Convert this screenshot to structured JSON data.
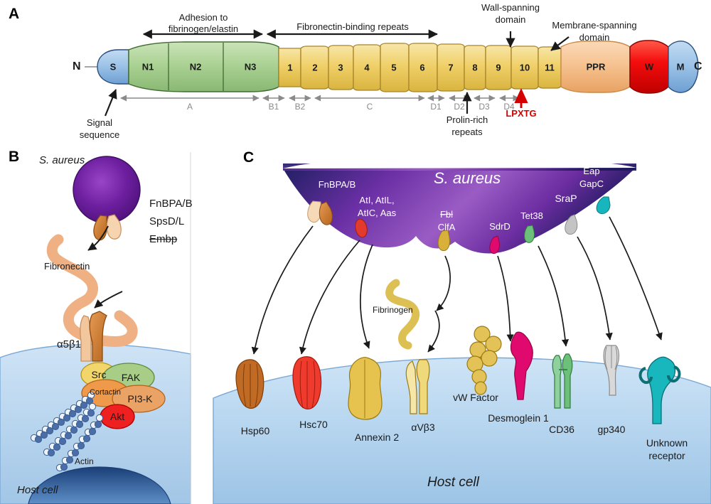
{
  "figure": {
    "panels": [
      "A",
      "B",
      "C"
    ]
  },
  "panel_a": {
    "letter": "A",
    "terminus_n": "N",
    "terminus_c": "C",
    "top_brackets": [
      {
        "label_line1": "Adhesion to",
        "label_line2": "fibrinogen/elastin"
      },
      {
        "label_line1": "Fibronectin-binding repeats",
        "label_line2": ""
      }
    ],
    "callouts": {
      "signal_sequence_line1": "Signal",
      "signal_sequence_line2": "sequence",
      "wall_spanning_line1": "Wall-spanning",
      "wall_spanning_line2": "domain",
      "membrane_spanning_line1": "Membrane-spanning",
      "membrane_spanning_line2": "domain",
      "proline_rich_line1": "Prolin-rich",
      "proline_rich_line2": "repeats",
      "lpxtg": "LPXTG"
    },
    "domains": [
      {
        "name": "S",
        "color": "#8cb4de"
      },
      {
        "name": "N1",
        "color": "#a9cf95"
      },
      {
        "name": "N2",
        "color": "#a9cf95"
      },
      {
        "name": "N3",
        "color": "#a9cf95"
      },
      {
        "name": "1",
        "color": "#f2d16b"
      },
      {
        "name": "2",
        "color": "#f2d16b"
      },
      {
        "name": "3",
        "color": "#f2d16b"
      },
      {
        "name": "4",
        "color": "#f2d16b"
      },
      {
        "name": "5",
        "color": "#f2d16b"
      },
      {
        "name": "6",
        "color": "#f2d16b"
      },
      {
        "name": "7",
        "color": "#f2d16b"
      },
      {
        "name": "8",
        "color": "#f2d16b"
      },
      {
        "name": "9",
        "color": "#f2d16b"
      },
      {
        "name": "10",
        "color": "#f2d16b"
      },
      {
        "name": "11",
        "color": "#f2d16b"
      },
      {
        "name": "PPR",
        "color": "#f5c08a"
      },
      {
        "name": "W",
        "color": "#ee1111"
      },
      {
        "name": "M",
        "color": "#8cb4de"
      }
    ],
    "bottom_brackets": [
      {
        "label": "A"
      },
      {
        "label": "B1"
      },
      {
        "label": "B2"
      },
      {
        "label": "C"
      },
      {
        "label": "D1"
      },
      {
        "label": "D2"
      },
      {
        "label": "D3"
      },
      {
        "label": "D4"
      }
    ]
  },
  "panel_b": {
    "letter": "B",
    "organism": "S. aureus",
    "adhesins": [
      "FnBPA/B",
      "SpsD/L",
      "Embp"
    ],
    "adhesin_strikethrough": "Embp",
    "fibronectin_label": "Fibronectin",
    "integrin_label": "α5β1",
    "signaling": [
      {
        "name": "Src",
        "color": "#f2d56b"
      },
      {
        "name": "FAK",
        "color": "#a8cd86"
      },
      {
        "name": "Cortactin",
        "color": "#ef9a4a"
      },
      {
        "name": "PI3-K",
        "color": "#eba265"
      },
      {
        "name": "Akt",
        "color": "#ef2020"
      }
    ],
    "actin_label": "Actin",
    "host_cell_label": "Host cell"
  },
  "panel_c": {
    "letter": "C",
    "organism": "S. aureus",
    "host_cell_label": "Host cell",
    "fibrinogen_label": "Fibrinogen",
    "bacterial_adhesins": [
      {
        "label": "FnBPA/B",
        "color": "#f0c49a",
        "second_color": "#cc7b33"
      },
      {
        "label": "AtI, AtIL,\nAtIC, Aas",
        "line1": "AtI, AtIL,",
        "line2": "AtIC, Aas",
        "color": "#e23b2e"
      },
      {
        "label": "Fbl\nClfA",
        "line1": "Fbl",
        "line1_strike": true,
        "line2": "ClfA",
        "color": "#d9b13a"
      },
      {
        "label": "SdrD",
        "color": "#e00a6e"
      },
      {
        "label": "Tet38",
        "color": "#6cc07a"
      },
      {
        "label": "SraP",
        "color": "#c4c4c4"
      },
      {
        "label": "Eap\nGapC",
        "line1": "Eap",
        "line2": "GapC",
        "color": "#17b6bd"
      }
    ],
    "host_receptors": [
      {
        "label": "Hsp60",
        "color": "#c06a24"
      },
      {
        "label": "Hsc70",
        "color": "#ee3b2e"
      },
      {
        "label": "Annexin 2",
        "color": "#e6c24e"
      },
      {
        "label": "αVβ3",
        "color": "#f0d97a"
      },
      {
        "label": "vW Factor",
        "color": "#e3c257"
      },
      {
        "label": "Desmoglein 1",
        "color": "#e00a6e"
      },
      {
        "label": "CD36",
        "color": "#6cc07a"
      },
      {
        "label": "gp340",
        "color": "#c4c4c4"
      },
      {
        "label": "Unknown receptor",
        "line1": "Unknown",
        "line2": "receptor",
        "color": "#18b7bd"
      }
    ]
  },
  "colors": {
    "bacteria_purple": "#6a1f9e",
    "host_cell_blue": "#b8d6ef",
    "grey_bracket": "#8a8a8a",
    "black": "#1a1a1a",
    "accent_red": "#d40000"
  }
}
